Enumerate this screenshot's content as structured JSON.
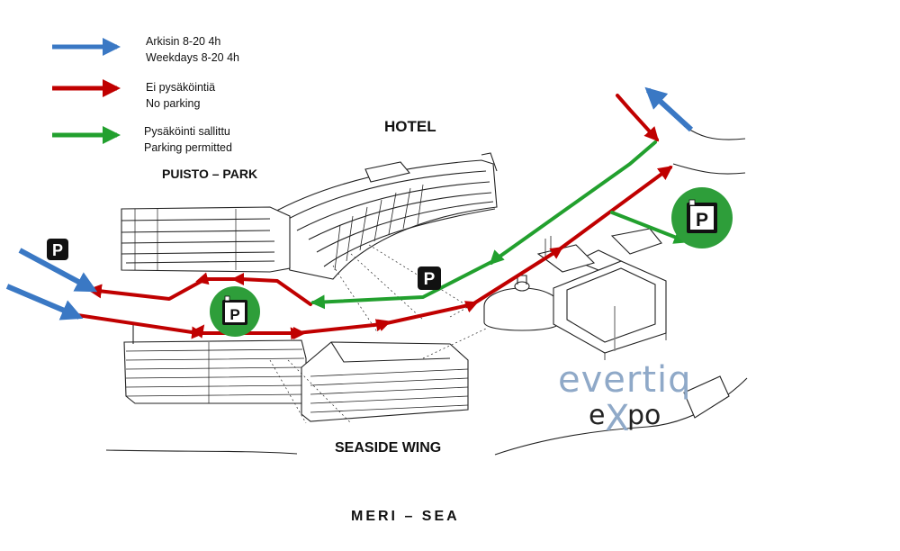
{
  "legend": [
    {
      "line1": "Arkisin 8-20 4h",
      "line2": "Weekdays 8-20 4h",
      "color": "#3a78c4"
    },
    {
      "line1": "Ei pysäköintiä",
      "line2": "No parking",
      "color": "#c00000"
    },
    {
      "line1": "Pysäköinti sallittu",
      "line2": "Parking permitted",
      "color": "#22a02e"
    }
  ],
  "labels": {
    "hotel": "HOTEL",
    "park": "PUISTO – PARK",
    "seaside": "SEASIDE WING",
    "sea": "MERI – SEA"
  },
  "parking_letter": "P",
  "brand": {
    "top": "evertiq",
    "bottom_e": "e",
    "bottom_x": "X",
    "bottom_rest": "po"
  },
  "colors": {
    "blue": "#3a78c4",
    "red": "#c00000",
    "green": "#22a02e",
    "parking_green": "#2e9e3a"
  }
}
